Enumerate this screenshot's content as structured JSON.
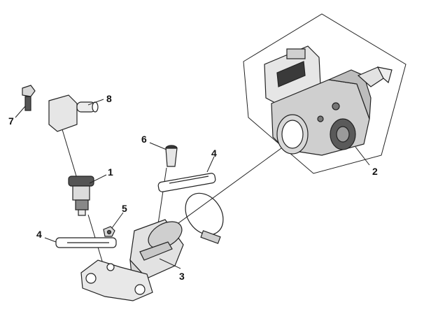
{
  "diagram": {
    "callouts": [
      {
        "id": "label-1",
        "text": "1"
      },
      {
        "id": "label-2",
        "text": "2"
      },
      {
        "id": "label-3",
        "text": "3"
      },
      {
        "id": "label-4a",
        "text": "4"
      },
      {
        "id": "label-4b",
        "text": "4"
      },
      {
        "id": "label-5",
        "text": "5"
      },
      {
        "id": "label-6",
        "text": "6"
      },
      {
        "id": "label-7",
        "text": "7"
      },
      {
        "id": "label-8",
        "text": "8"
      }
    ]
  }
}
